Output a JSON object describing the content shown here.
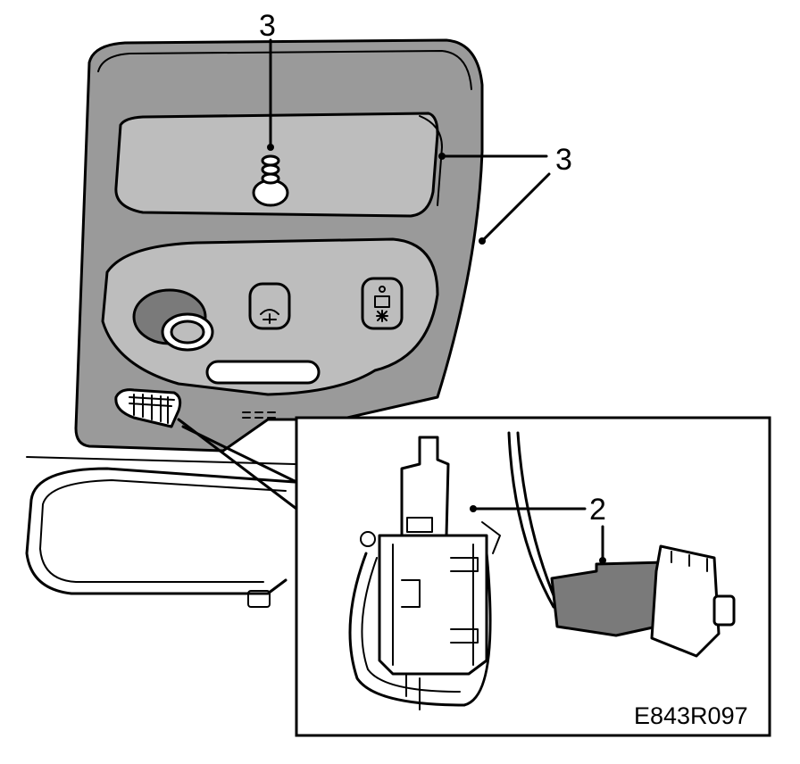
{
  "callouts": {
    "screw_label": "3",
    "console_label": "3",
    "connector_label": "2"
  },
  "figure_id": "E843R097",
  "colors": {
    "line": "#000000",
    "panel_fill": "#9a9a9a",
    "light_fill": "#bdbdbd",
    "background": "#ffffff"
  }
}
